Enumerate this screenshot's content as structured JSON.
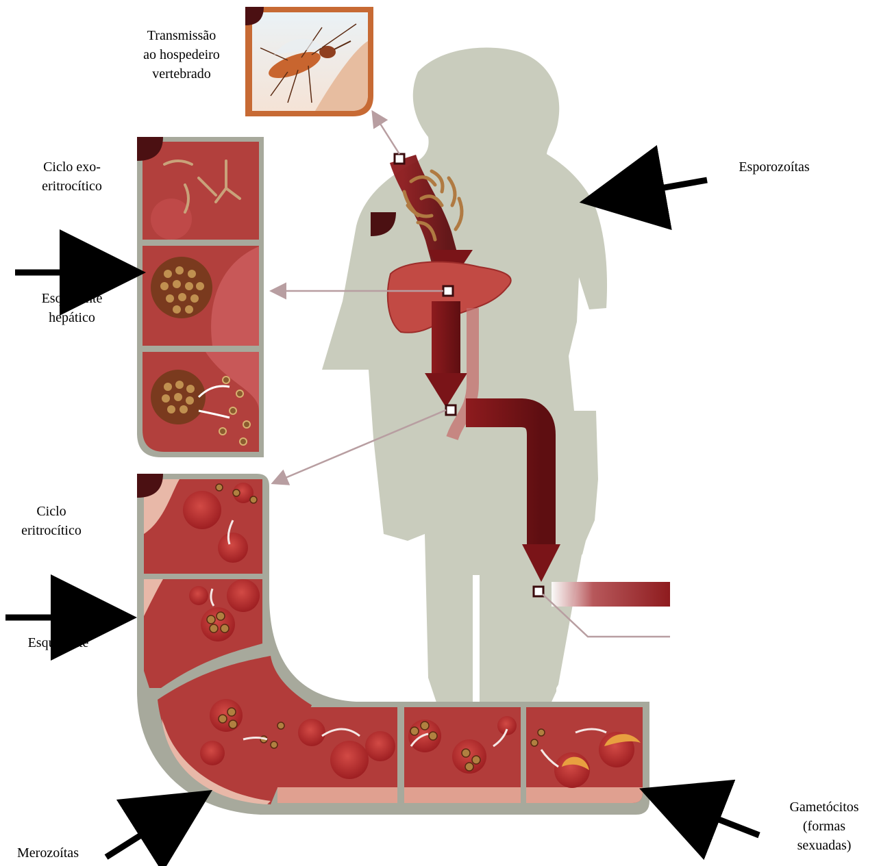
{
  "labels": {
    "transmission": [
      "Transmissão",
      "ao hospedeiro",
      "vertebrado"
    ],
    "exo_cycle": [
      "Ciclo exo-",
      "eritrocítico"
    ],
    "sporozoites": [
      "Esporozoítas"
    ],
    "hepatic_schizont": [
      "Esquizonte",
      "hepático"
    ],
    "ery_cycle": [
      "Ciclo",
      "eritrocítico"
    ],
    "schizont": [
      "Esquizonte"
    ],
    "merozoites": [
      "Merozoítas"
    ],
    "gametocytes": [
      "Gametócitos",
      "(formas",
      "sexuadas)"
    ]
  },
  "colors": {
    "silhouette": "#c9ccbd",
    "blood": "#b23c3a",
    "blood_dark": "#7a1418",
    "panel_border": "#a7a99c",
    "tab": "#4b1012",
    "mosquito_frame": "#c76a34",
    "pointer_arrow": "#000000"
  }
}
